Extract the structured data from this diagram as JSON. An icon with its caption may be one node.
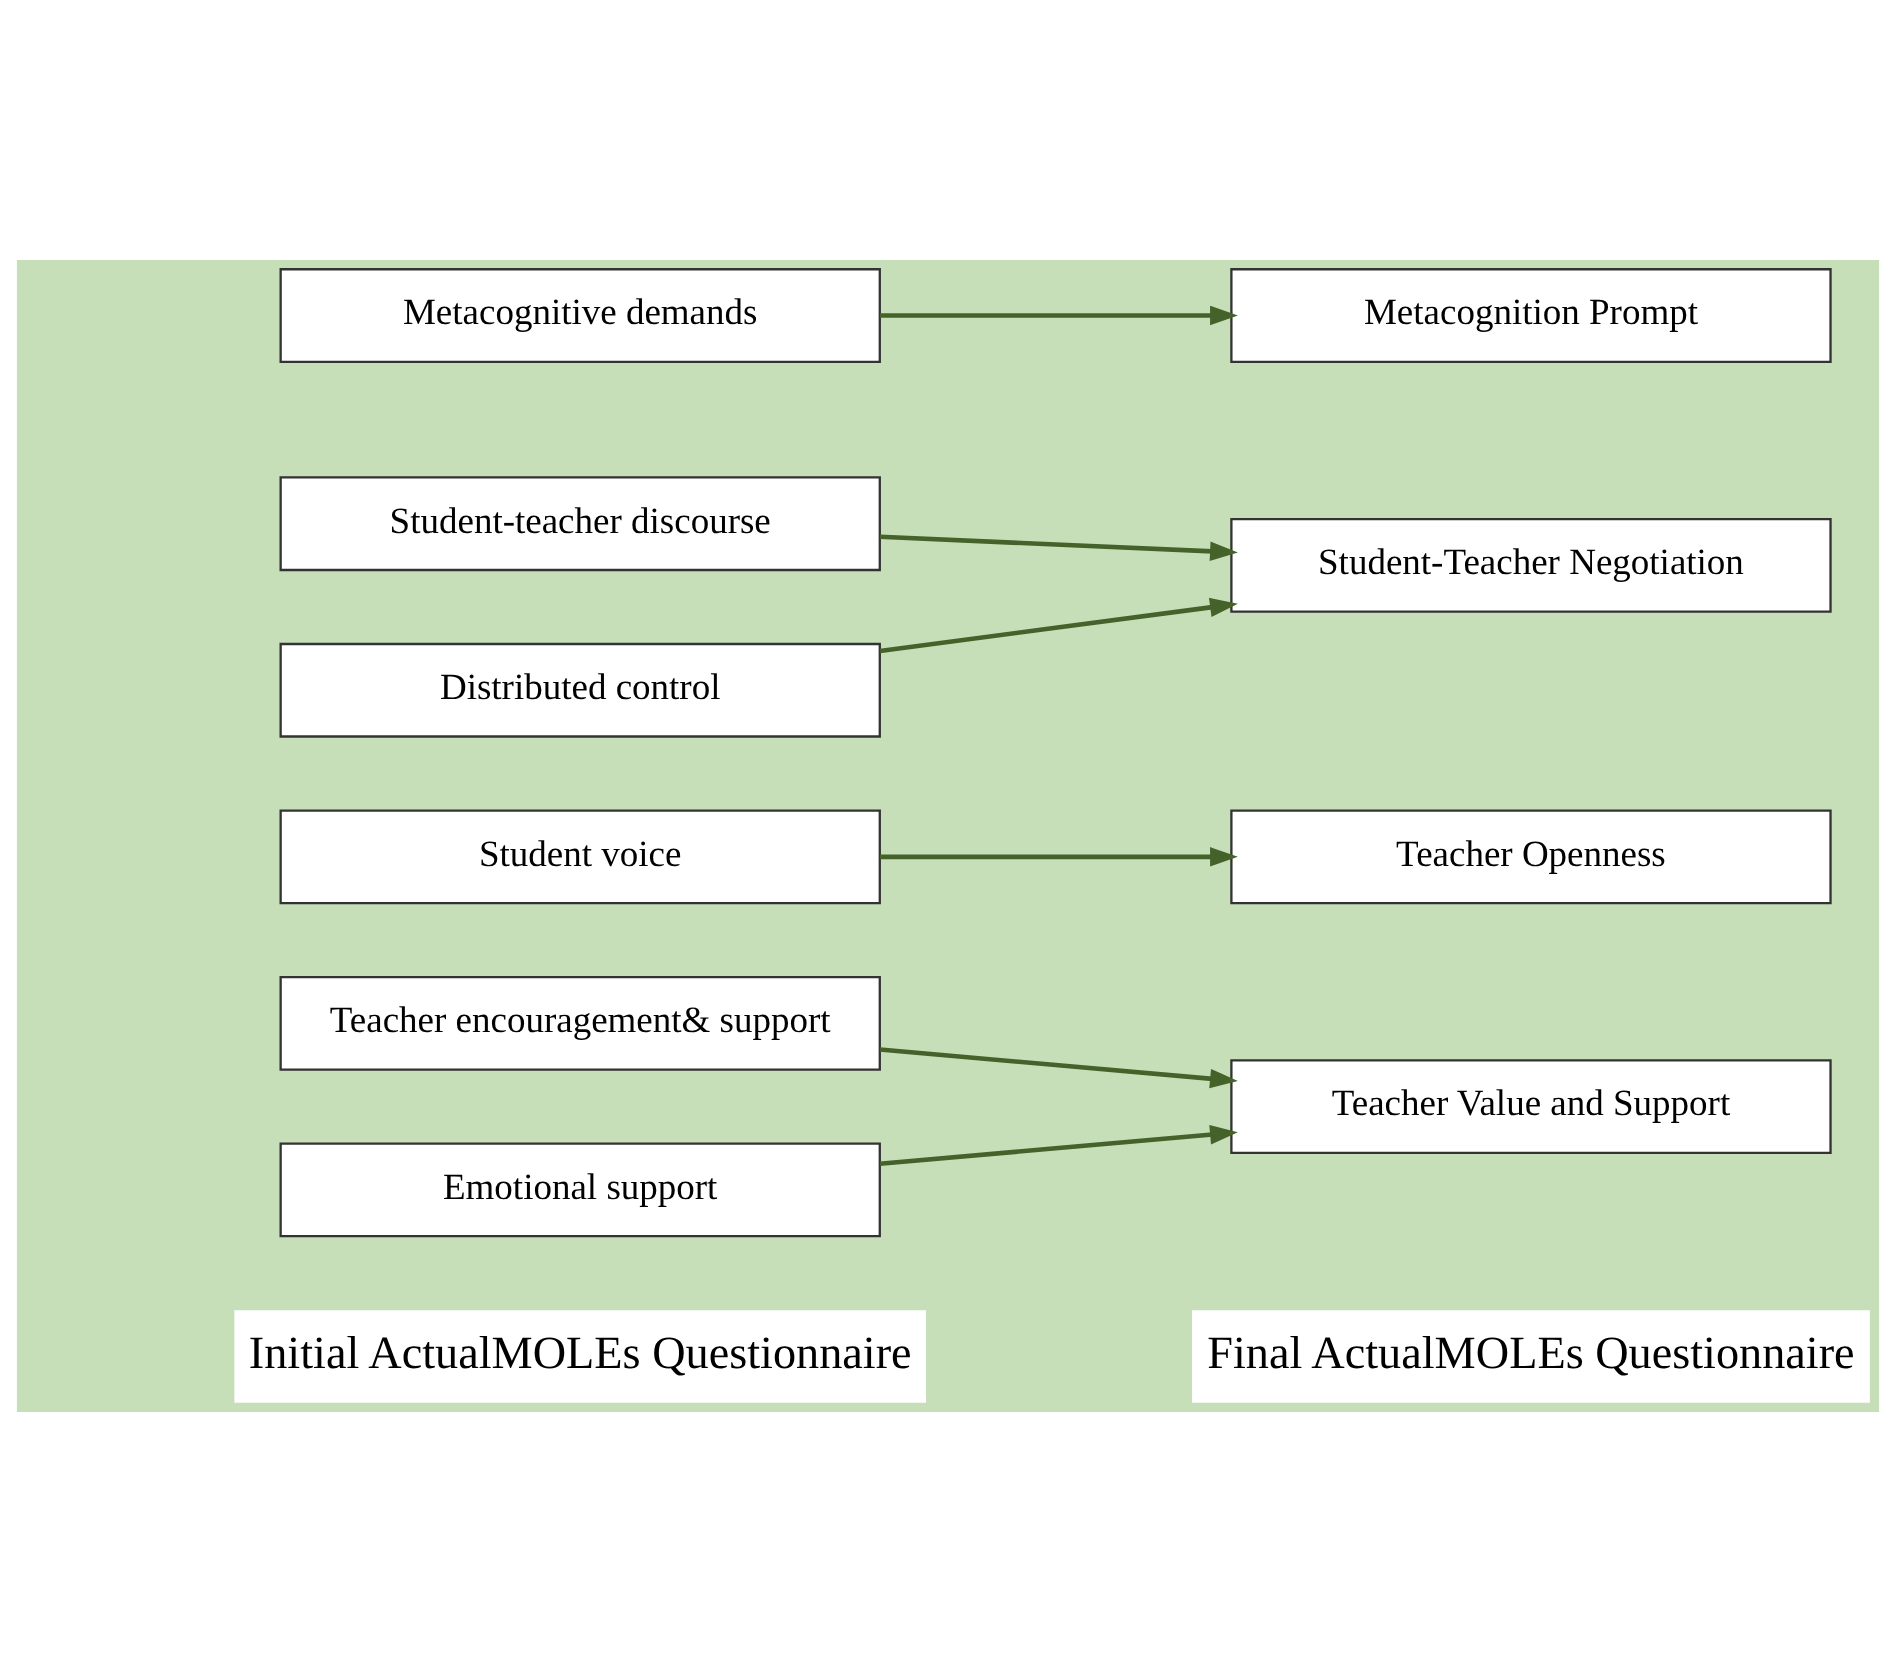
{
  "diagram": {
    "nodes": [
      {
        "text": [
          "Metacognitive demands"
        ]
      },
      {
        "text": [
          "Metacognition Prompt"
        ]
      },
      {
        "text": [
          "Student-teacher discourse"
        ]
      },
      {
        "text": [
          "Student-Teacher Negotiation"
        ]
      },
      {
        "text": [
          "Distributed control"
        ]
      },
      {
        "text": [
          "Student voice"
        ]
      },
      {
        "text": [
          "Teacher Openness"
        ]
      },
      {
        "text": [
          "Teacher encouragement& support"
        ]
      },
      {
        "text": [
          "Teacher Value and Support"
        ]
      },
      {
        "text": [
          "Emotional support"
        ]
      }
    ],
    "edges": [
      {
        "from": 0,
        "to": 1,
        "arrow": "to"
      },
      {
        "from": 2,
        "to": 3,
        "arrow": "to"
      },
      {
        "from": 4,
        "to": 3,
        "arrow": "to"
      },
      {
        "from": 5,
        "to": 6,
        "arrow": "to"
      },
      {
        "from": 7,
        "to": 8,
        "arrow": "to"
      },
      {
        "from": 9,
        "to": 8,
        "arrow": "to"
      }
    ],
    "labels": [
      "Initial ActualMOLEs Questionnaire",
      "Final ActualMOLEs Questionnaire"
    ]
  }
}
